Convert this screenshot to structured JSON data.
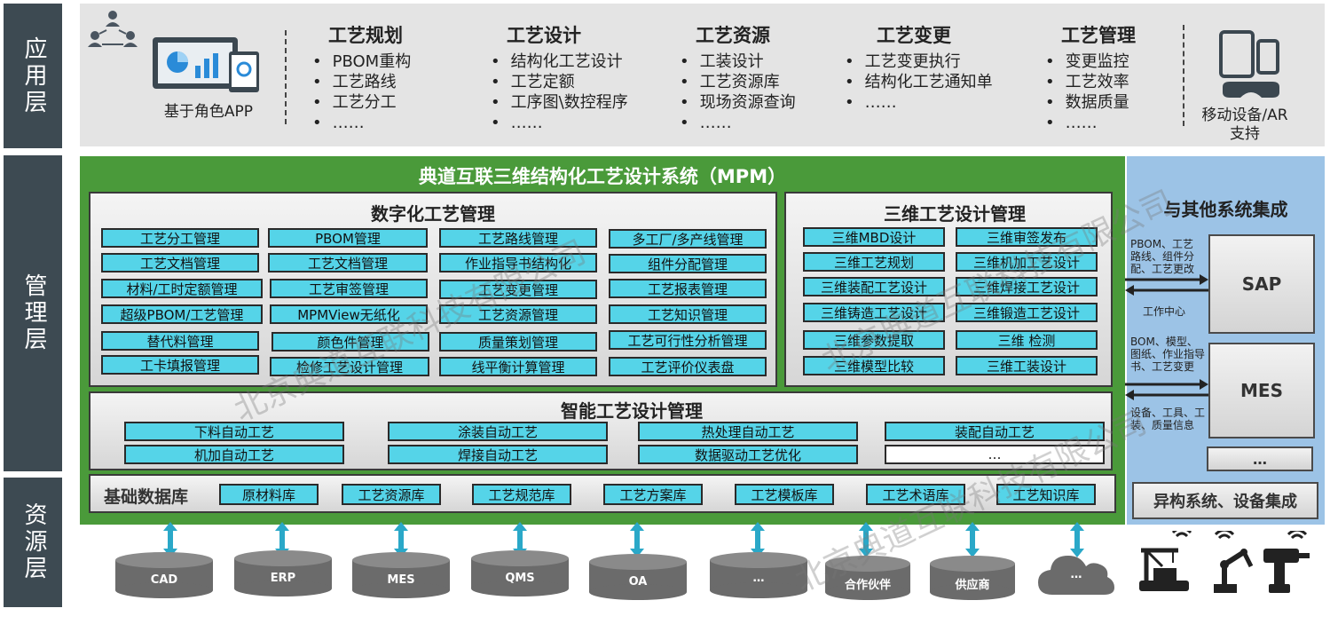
{
  "layers": {
    "app": "应用层",
    "mgmt": "管理层",
    "res": "资源层"
  },
  "app_layer": {
    "role_app": "基于角色APP",
    "columns": [
      {
        "title": "工艺规划",
        "items": [
          "PBOM重构",
          "工艺路线",
          "工艺分工",
          "……"
        ]
      },
      {
        "title": "工艺设计",
        "items": [
          "结构化工艺设计",
          "工艺定额",
          "工序图\\数控程序",
          "……"
        ]
      },
      {
        "title": "工艺资源",
        "items": [
          "工装设计",
          "工艺资源库",
          "现场资源查询",
          "……"
        ]
      },
      {
        "title": "工艺变更",
        "items": [
          "工艺变更执行",
          "结构化工艺通知单",
          "……"
        ]
      },
      {
        "title": "工艺管理",
        "items": [
          "变更监控",
          "工艺效率",
          "数据质量",
          "……"
        ]
      }
    ],
    "mobile": "移动设备/AR\n支持"
  },
  "mpm": {
    "title": "典道互联三维结构化工艺设计系统（MPM）",
    "digital": {
      "title": "数字化工艺管理",
      "rows": [
        [
          "工艺分工管理",
          "PBOM管理",
          "工艺路线管理",
          "多工厂/多产线管理"
        ],
        [
          "工艺文档管理",
          "工艺文档管理",
          "作业指导书结构化",
          "组件分配管理"
        ],
        [
          "材料/工时定额管理",
          "工艺审签管理",
          "工艺变更管理",
          "工艺报表管理"
        ],
        [
          "超级PBOM/工艺管理",
          "MPMView无纸化",
          "工艺资源管理",
          "工艺知识管理"
        ],
        [
          "替代料管理",
          "颜色件管理",
          "质量策划管理",
          "工艺可行性分析管理"
        ],
        [
          "工卡填报管理",
          "检修工艺设计管理",
          "线平衡计算管理",
          "工艺评价仪表盘"
        ]
      ]
    },
    "three_d": {
      "title": "三维工艺设计管理",
      "rows": [
        [
          "三维MBD设计",
          "三维审签发布"
        ],
        [
          "三维工艺规划",
          "三维机加工艺设计"
        ],
        [
          "三维装配工艺设计",
          "三维焊接工艺设计"
        ],
        [
          "三维铸造工艺设计",
          "三维锻造工艺设计"
        ],
        [
          "三维参数提取",
          "三维 检测"
        ],
        [
          "三维模型比较",
          "三维工装设计"
        ]
      ]
    },
    "smart": {
      "title": "智能工艺设计管理",
      "rows": [
        [
          "下料自动工艺",
          "涂装自动工艺",
          "热处理自动工艺",
          "装配自动工艺"
        ],
        [
          "机加自动工艺",
          "焊接自动工艺",
          "数据驱动工艺优化",
          "…"
        ]
      ]
    },
    "base": {
      "title": "基础数据库",
      "items": [
        "原材料库",
        "工艺资源库",
        "工艺规范库",
        "工艺方案库",
        "工艺模板库",
        "工艺术语库",
        "工艺知识库"
      ]
    }
  },
  "integration": {
    "title": "与其他系统集成",
    "sap": "SAP",
    "mes": "MES",
    "more": "…",
    "sap_in": "PBOM、工艺\n路线、组件分\n配、工艺更改",
    "sap_out": "工作中心",
    "mes_in": "BOM、模型、\n图纸、作业指导\n书、工艺变更",
    "mes_out": "设备、工具、工\n装、质量信息",
    "hetero": "异构系统、设备集成"
  },
  "resources": [
    "CAD",
    "ERP",
    "MES",
    "QMS",
    "OA",
    "…",
    "合作伙伴",
    "供应商",
    "…"
  ],
  "watermark": "北京典道互联科技有限公司",
  "colors": {
    "layer_bg": "#3d4a52",
    "mpm_green": "#4a9a3a",
    "cell_cyan": "#55d4e8",
    "integration_blue": "#9cc3e6",
    "db_gray": "#6b6b6b",
    "arrow_teal": "#2aa8c8"
  }
}
